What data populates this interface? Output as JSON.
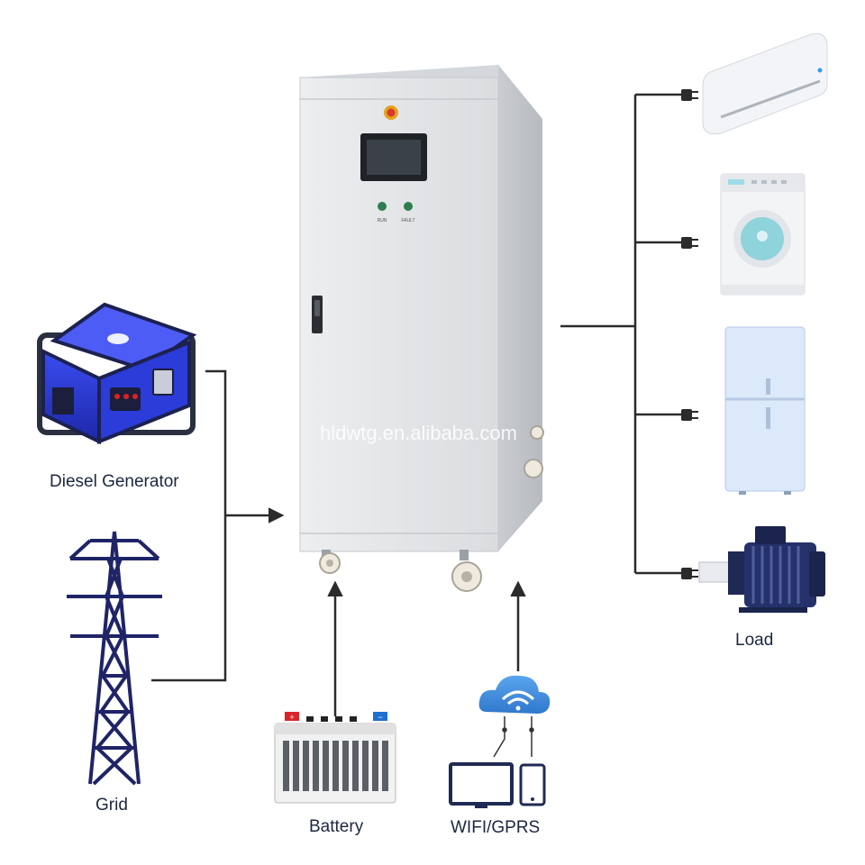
{
  "labels": {
    "diesel_generator": "Diesel Generator",
    "grid": "Grid",
    "battery": "Battery",
    "wifi_gprs": "WIFI/GPRS",
    "load": "Load"
  },
  "watermark": "hldwtg.en.alibaba.com",
  "cabinet": {
    "indicator_left": "RUN",
    "indicator_right": "FAULT"
  },
  "colors": {
    "line": "#2b2b2b",
    "cabinet": "#e6e7e9",
    "generator_blue": "#2a3bd6",
    "appliance_blue": "#dce9fb",
    "motor_navy": "#1f2a54",
    "cloud_blue": "#3f8ee0"
  },
  "icons": {
    "sources": [
      "diesel-generator-icon",
      "power-tower-icon"
    ],
    "inputs": [
      "battery-icon",
      "cloud-wifi-icon",
      "monitor-icon",
      "phone-icon"
    ],
    "loads": [
      "air-conditioner-icon",
      "washing-machine-icon",
      "refrigerator-icon",
      "electric-motor-icon"
    ]
  }
}
